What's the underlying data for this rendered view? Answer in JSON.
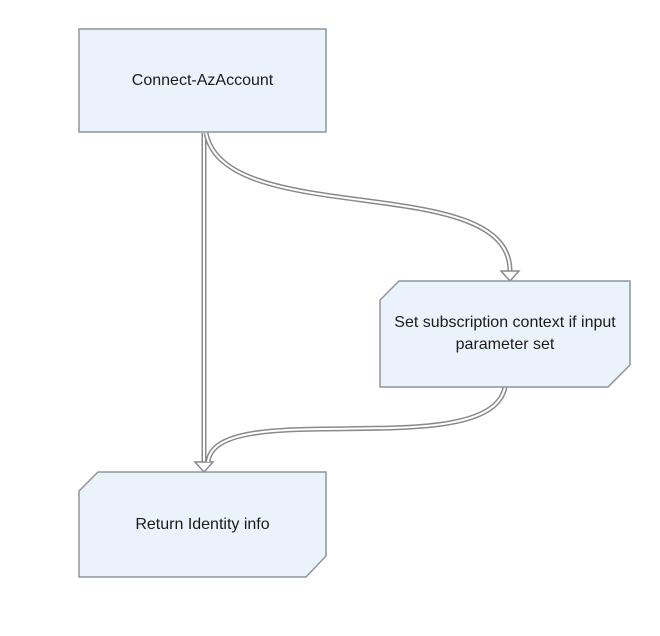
{
  "diagram": {
    "nodes": [
      {
        "id": "connect",
        "label": "Connect-AzAccount",
        "shape": "rectangle"
      },
      {
        "id": "subscription",
        "label": "Set subscription context if input parameter set",
        "shape": "clipped-corners"
      },
      {
        "id": "identity",
        "label": "Return Identity info",
        "shape": "clipped-corners"
      }
    ],
    "links": [
      {
        "from": "connect",
        "to": "subscription"
      },
      {
        "from": "connect",
        "to": "identity"
      },
      {
        "from": "subscription",
        "to": "identity"
      }
    ],
    "colors": {
      "node_fill": "#eaf3fb",
      "node_stroke": "#8f959b",
      "link_stroke": "#8a8a8a",
      "background": "#ffffff"
    }
  }
}
